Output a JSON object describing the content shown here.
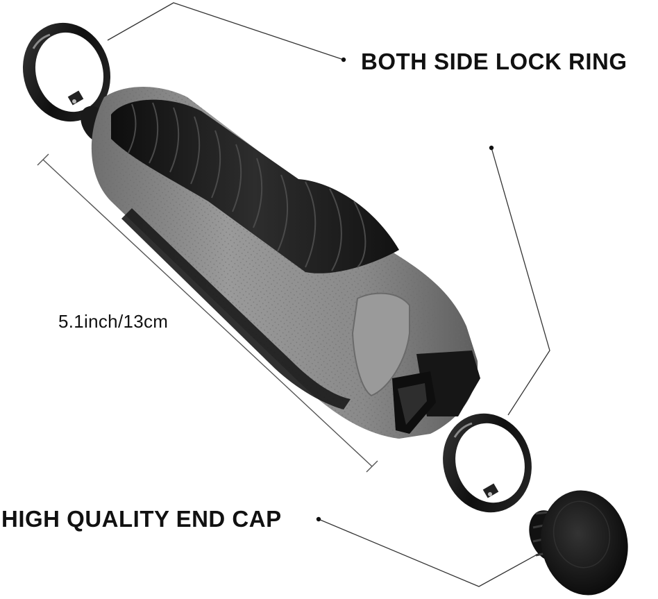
{
  "labels": {
    "lock_ring": "BOTH SIDE LOCK RING",
    "length": "5.1inch/13cm",
    "end_cap": "HIGH QUALITY END CAP"
  },
  "colors": {
    "background": "#ffffff",
    "text": "#111111",
    "grip_gray": "#8e8e8e",
    "grip_black": "#1c1c1c",
    "ring_black": "#1a1a1a",
    "callout_line": "#333333"
  }
}
